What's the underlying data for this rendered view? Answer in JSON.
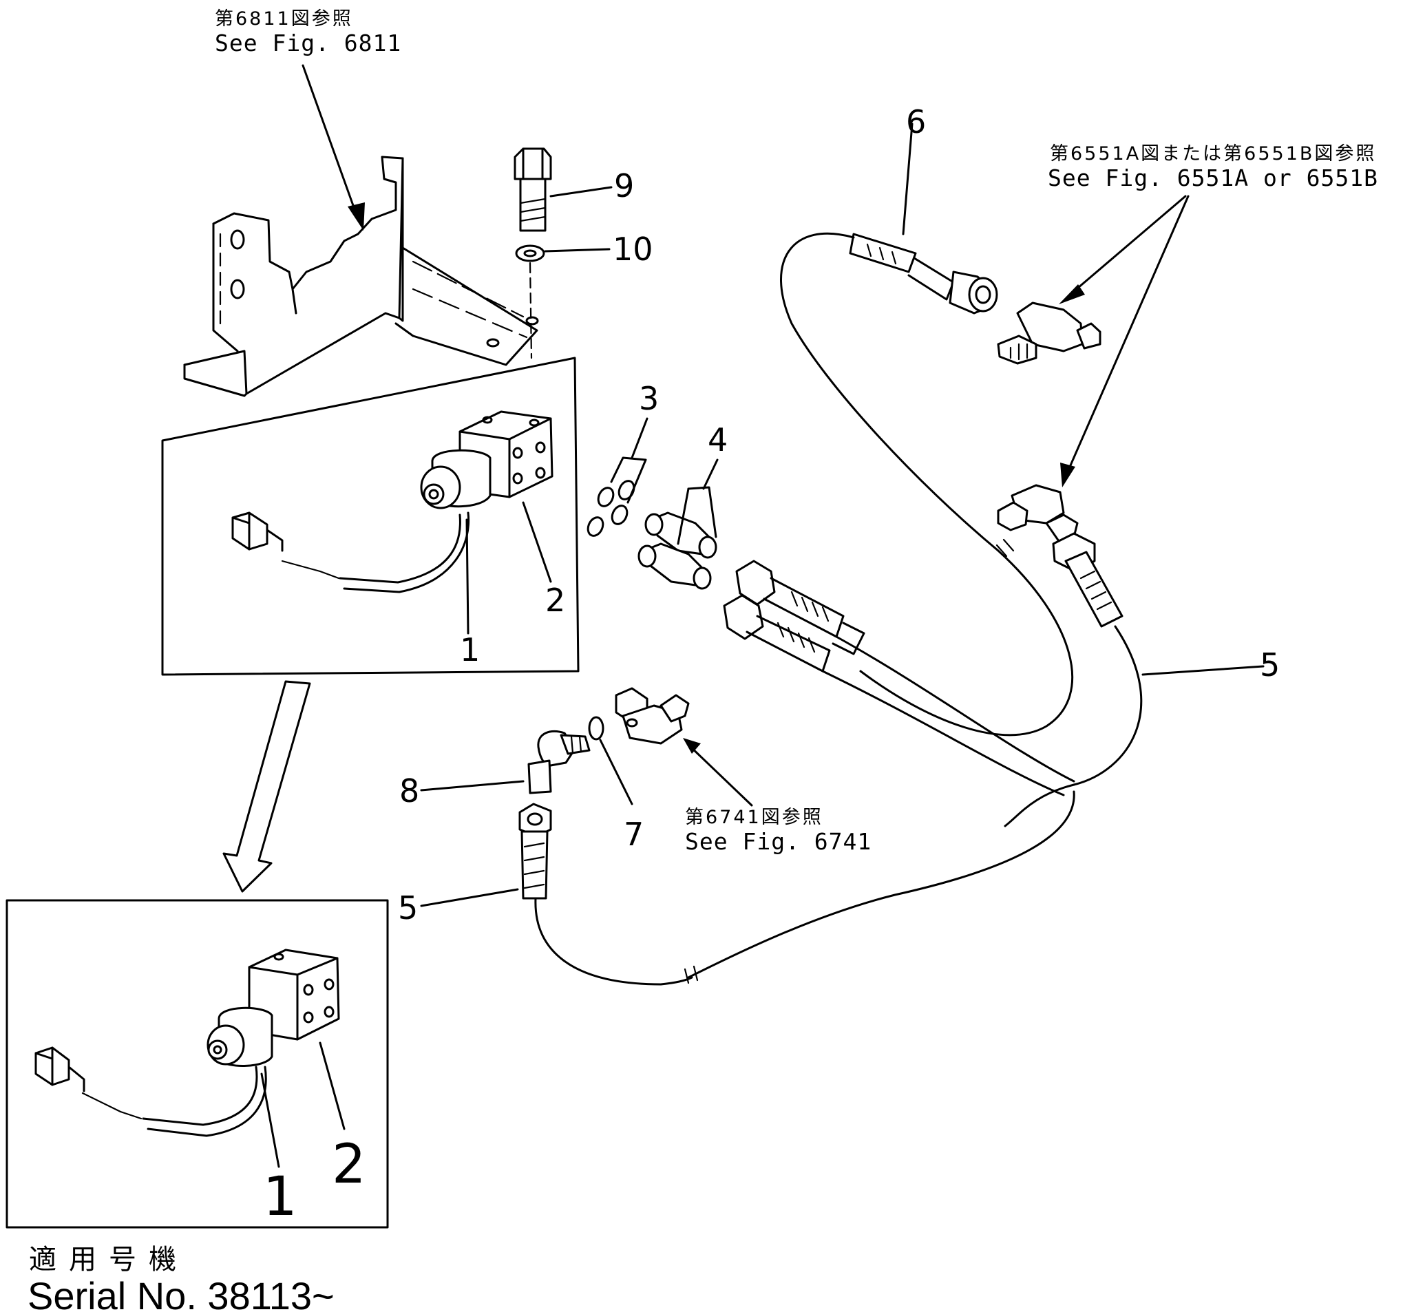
{
  "references": {
    "fig6811": {
      "jp": "第6811図参照",
      "en": "See Fig. 6811"
    },
    "fig6551": {
      "jp": "第6551A図または第6551B図参照",
      "en": "See Fig. 6551A or 6551B"
    },
    "fig6741": {
      "jp": "第6741図参照",
      "en": "See Fig. 6741"
    }
  },
  "callouts": {
    "c1": "1",
    "c2": "2",
    "c3": "3",
    "c4": "4",
    "c5a": "5",
    "c5b": "5",
    "c6": "6",
    "c7": "7",
    "c8": "8",
    "c9": "9",
    "c10": "10",
    "inset1": "1",
    "inset2": "2"
  },
  "serial": {
    "label_jp": "適用号機",
    "label_en": "Serial No. 38113~"
  }
}
